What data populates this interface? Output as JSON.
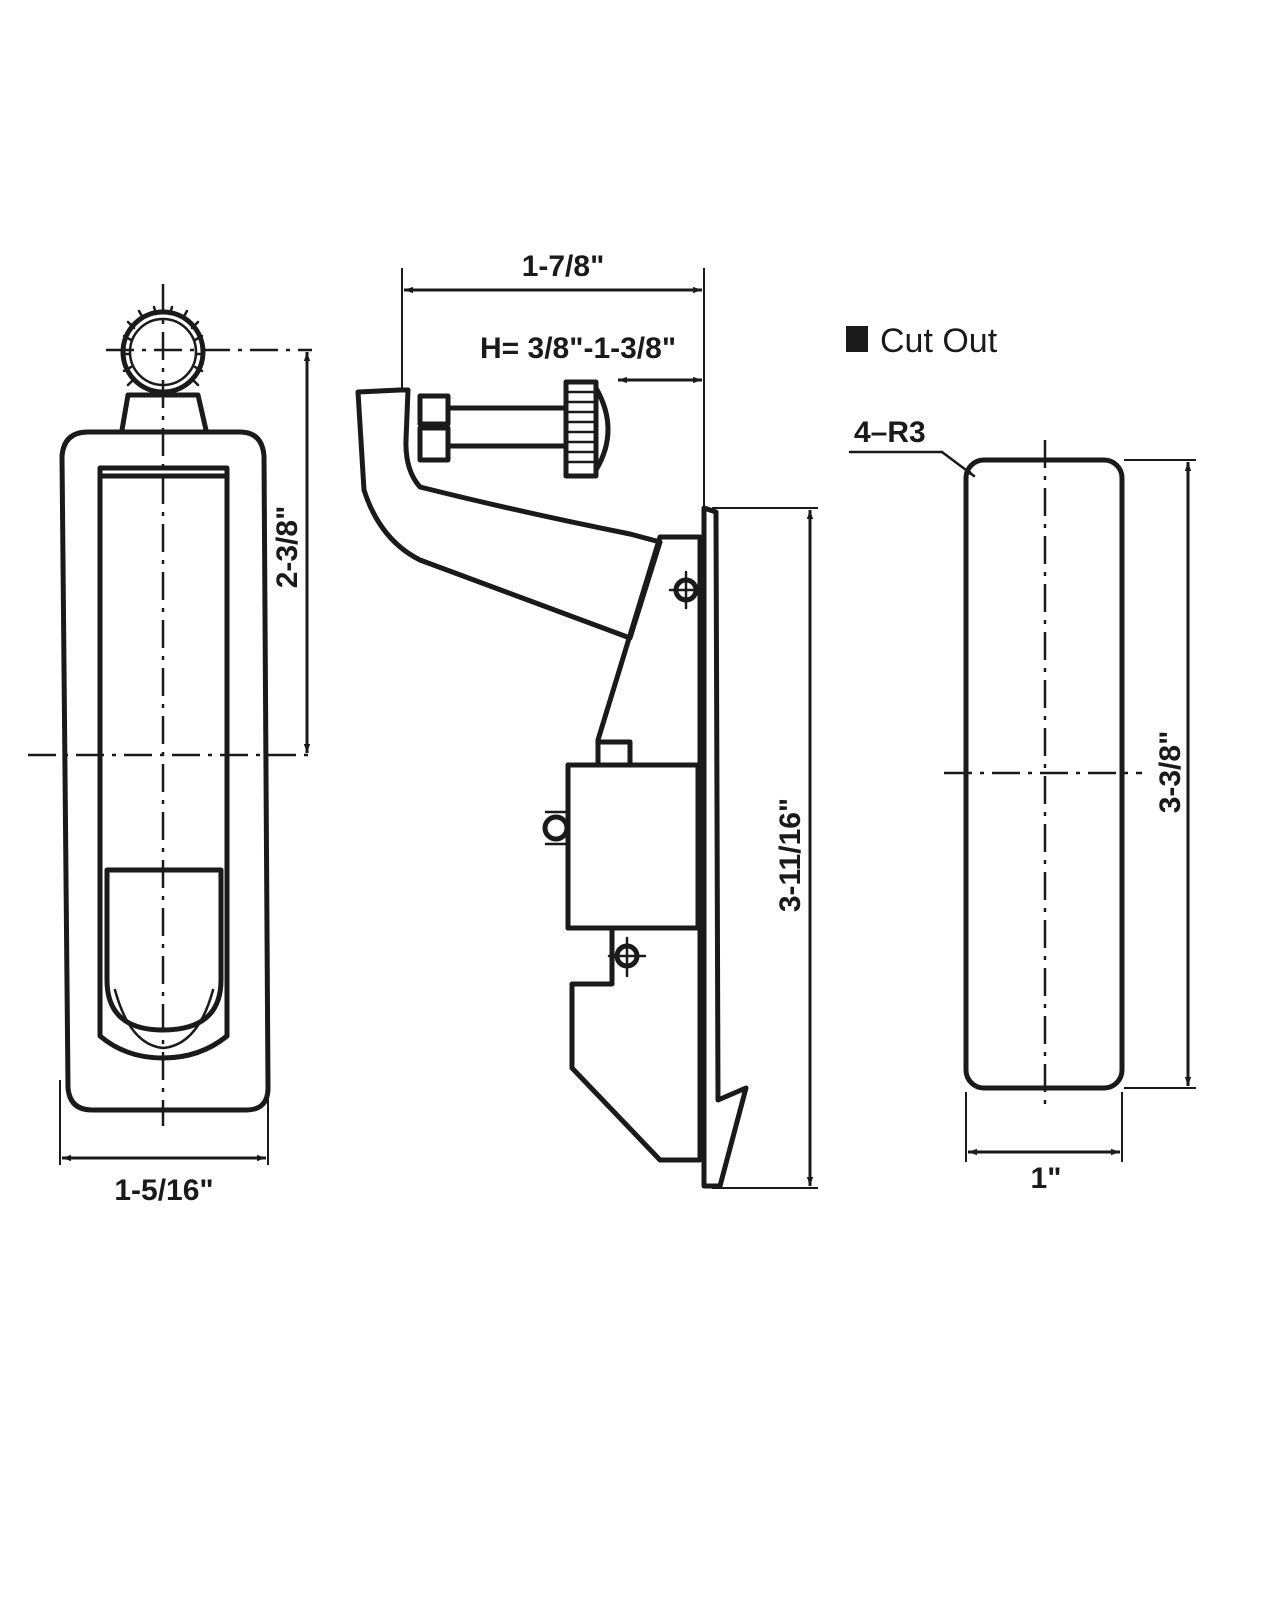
{
  "colors": {
    "ink": "#1a1a1a",
    "background": "#ffffff"
  },
  "labels": {
    "front_height": "2-3/8\"",
    "front_width": "1-5/16\"",
    "side_depth": "1-7/8\"",
    "side_grip": "H= 3/8\"-1-3/8\"",
    "side_height": "3-11/16\"",
    "legend": "Cut Out",
    "corner_radius": "4–R3",
    "cutout_height": "3-3/8\"",
    "cutout_width": "1\""
  }
}
